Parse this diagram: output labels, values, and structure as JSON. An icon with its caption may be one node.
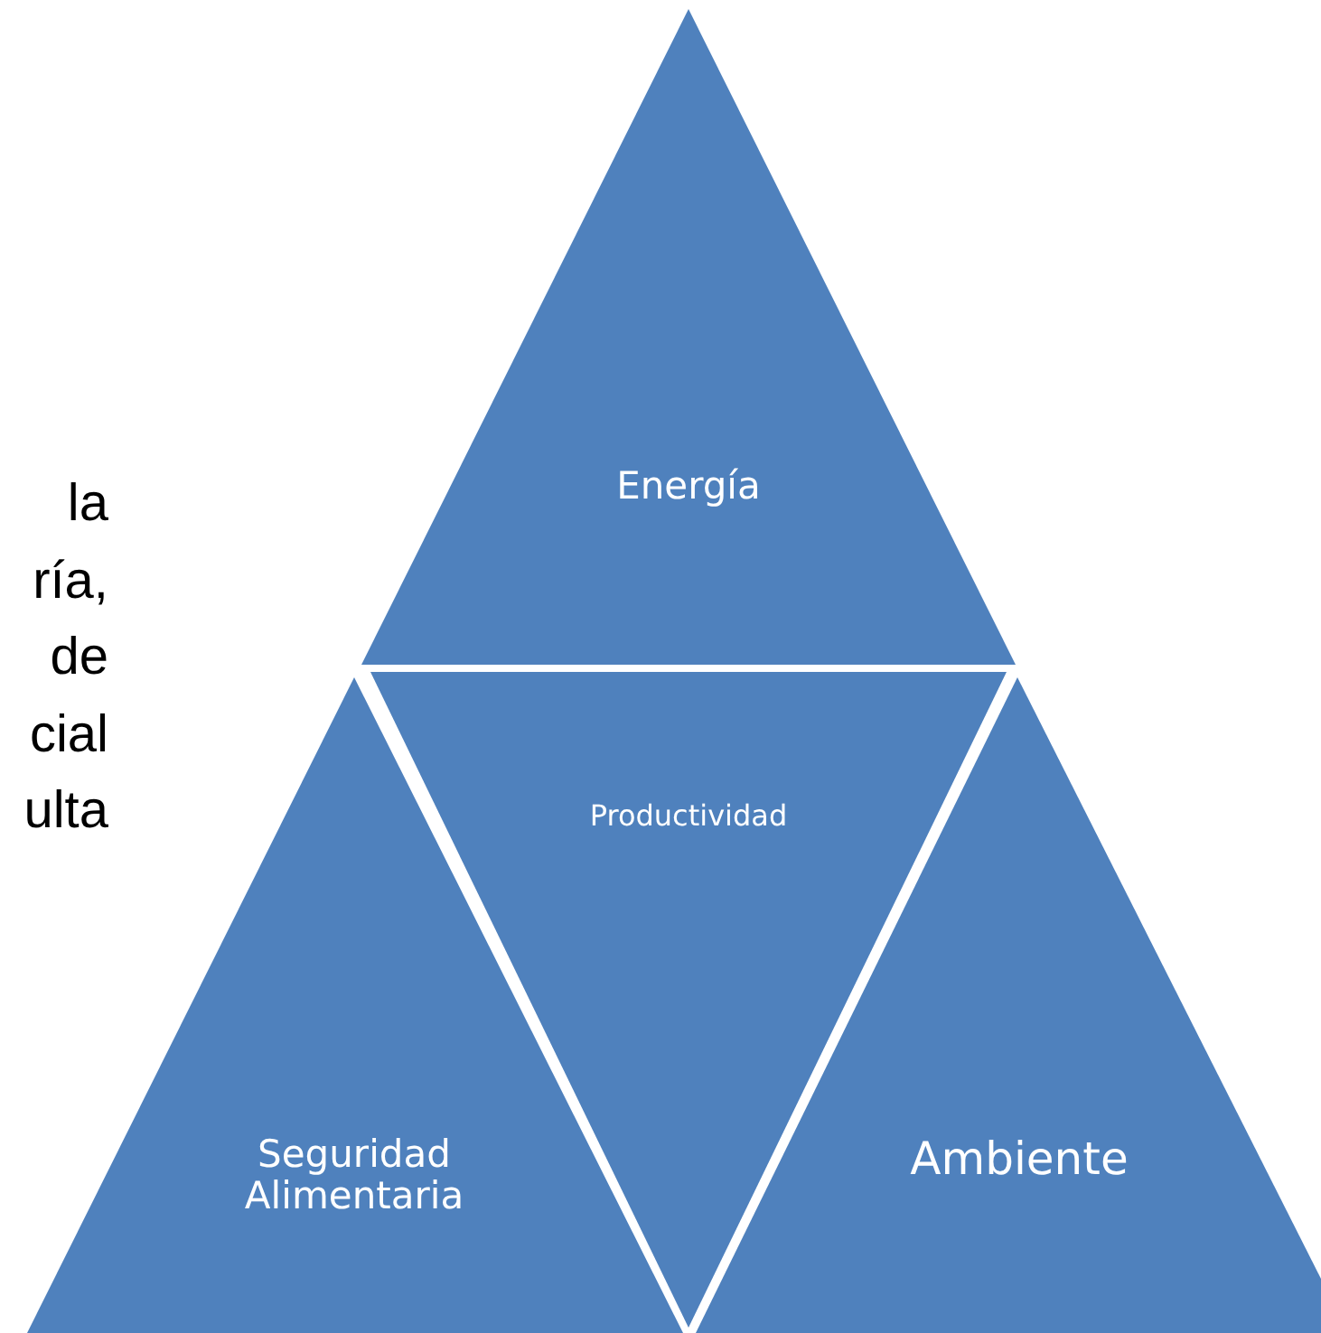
{
  "diagram": {
    "nodes": [
      {
        "text": [
          "Energía"
        ]
      },
      {
        "text": [
          "Productividad"
        ]
      },
      {
        "text": [
          "Seguridad Alimentaria"
        ]
      },
      {
        "text": [
          "Ambiente"
        ]
      }
    ],
    "labels": [
      "la",
      "ría,",
      "de",
      "cial",
      "ulta"
    ]
  }
}
